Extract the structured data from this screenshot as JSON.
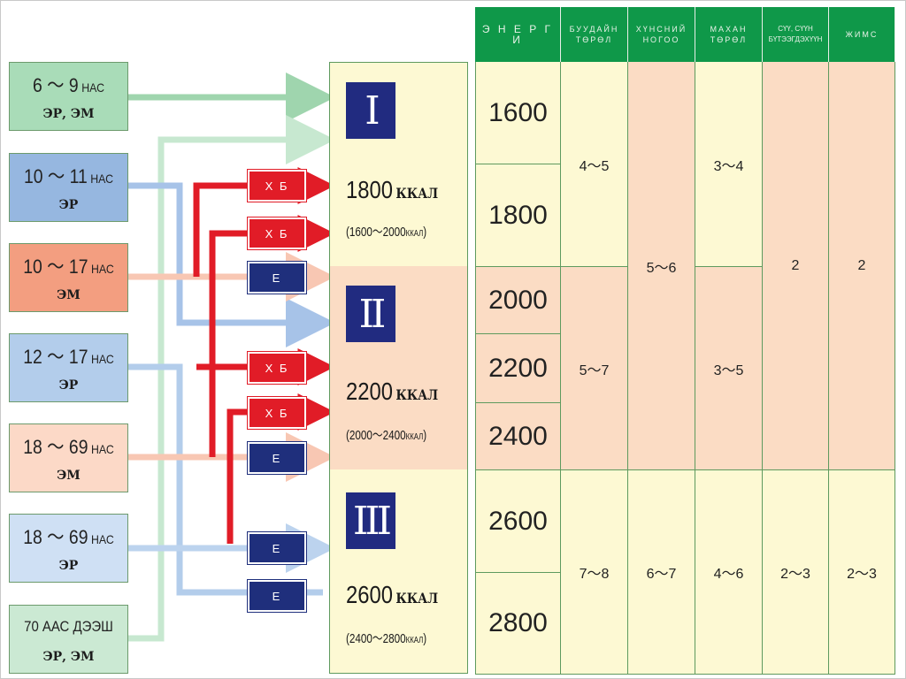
{
  "groups": [
    {
      "id": "g1",
      "age_from": "6",
      "age_to": "9",
      "unit": "НАС",
      "sex": "ЭР, ЭМ",
      "color": "#a9dcb8"
    },
    {
      "id": "g2",
      "age_from": "10",
      "age_to": "11",
      "unit": "НАС",
      "sex": "ЭР",
      "color": "#96b7e0"
    },
    {
      "id": "g3",
      "age_from": "10",
      "age_to": "17",
      "unit": "НАС",
      "sex": "ЭМ",
      "color": "#f39e80"
    },
    {
      "id": "g4",
      "age_from": "12",
      "age_to": "17",
      "unit": "НАС",
      "sex": "ЭР",
      "color": "#b3cdeb"
    },
    {
      "id": "g5",
      "age_from": "18",
      "age_to": "69",
      "unit": "НАС",
      "sex": "ЭМ",
      "color": "#fcd9c7"
    },
    {
      "id": "g6",
      "age_from": "18",
      "age_to": "69",
      "unit": "НАС",
      "sex": "ЭР",
      "color": "#cfe0f4"
    },
    {
      "id": "g7",
      "age_label": "70 ААС ДЭЭШ",
      "sex": "ЭР, ЭМ",
      "color": "#cbe9d3"
    }
  ],
  "tags": [
    "Х Б",
    "Х Б",
    "Е",
    "Х Б",
    "Х Б",
    "Е",
    "Е",
    "Е"
  ],
  "levels": [
    {
      "roman": "I",
      "kcal": "1800",
      "unit": "ККАЛ",
      "range": "(1600～2000",
      "range_unit": "ККАЛ",
      "close": ")"
    },
    {
      "roman": "II",
      "kcal": "2200",
      "unit": "ККАЛ",
      "range": "(2000～2400",
      "range_unit": "ККАЛ",
      "close": ")"
    },
    {
      "roman": "III",
      "kcal": "2600",
      "unit": "ККАЛ",
      "range": "(2400～2800",
      "range_unit": "ККАЛ",
      "close": ")"
    }
  ],
  "table": {
    "headers": [
      "Э Н Е Р Г И",
      "БУУДАЙН ТӨРӨЛ",
      "ХҮНСНИЙ НОГОО",
      "МАХАН ТӨРӨЛ",
      "СҮҮ, СҮҮН БҮТЭЭГДЭХҮҮН",
      "ЖИМС"
    ],
    "energy": [
      "1600",
      "1800",
      "2000",
      "2200",
      "2400",
      "2600",
      "2800"
    ],
    "grain": [
      "4～5",
      "5～7",
      "7～8"
    ],
    "veg": [
      "5～6",
      "6～7"
    ],
    "meat": [
      "3～4",
      "3～5",
      "4～6"
    ],
    "dairy": [
      "2",
      "2～3"
    ],
    "fruit": [
      "2",
      "2～3"
    ]
  }
}
